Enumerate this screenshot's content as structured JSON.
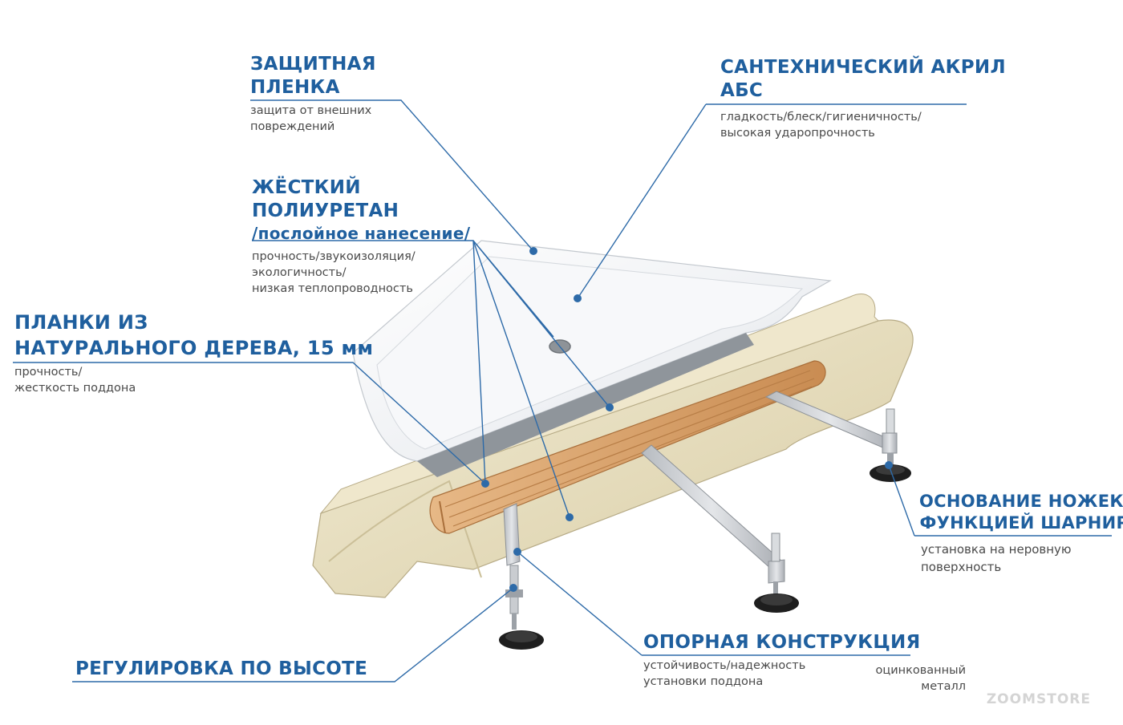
{
  "labels": {
    "film_title_1": "ЗАЩИТНАЯ",
    "film_title_2": "ПЛЕНКА",
    "film_desc_1": "защита от внешних",
    "film_desc_2": "повреждений",
    "pu_title_1": "ЖЁСТКИЙ",
    "pu_title_2": "ПОЛИУРЕТАН",
    "pu_title_3": "/послойное нанесение/",
    "pu_desc_1": "прочность/звукоизоляция/",
    "pu_desc_2": "экологичность/",
    "pu_desc_3": "низкая теплопроводность",
    "wood_title_1": "ПЛАНКИ ИЗ",
    "wood_title_2": "НАТУРАЛЬНОГО ДЕРЕВА, 15 мм",
    "wood_desc_1": "прочность/",
    "wood_desc_2": "жесткость поддона",
    "acryl_title_1": "САНТЕХНИЧЕСКИЙ АКРИЛ",
    "acryl_title_2": "АБС",
    "acryl_desc_1": "гладкость/блеск/гигиеничность/",
    "acryl_desc_2": "высокая ударопрочность",
    "hinge_title_1": "ОСНОВАНИЕ НОЖЕК С",
    "hinge_title_2": "ФУНКЦИЕЙ ШАРНИРА",
    "hinge_desc_1": "установка на неровную",
    "hinge_desc_2": "поверхность",
    "support_title": "ОПОРНАЯ КОНСТРУКЦИЯ",
    "support_desc_1": "устойчивость/надежность",
    "support_desc_2": "установки поддона",
    "zinc_desc_1": "оцинкованный",
    "zinc_desc_2": "металл",
    "height_title": "РЕГУЛИРОВКА ПО ВЫСОТЕ"
  },
  "watermark": "ZOOMSTORE",
  "colors": {
    "accent": "#1f5f9e",
    "leader": "#2d6aa8",
    "acrylic": "#f3f4f6",
    "polyurethane": "#e9e0c4",
    "wood": "#dba774",
    "metal": "#c9ccd0",
    "rubber": "#1e1e1e"
  }
}
